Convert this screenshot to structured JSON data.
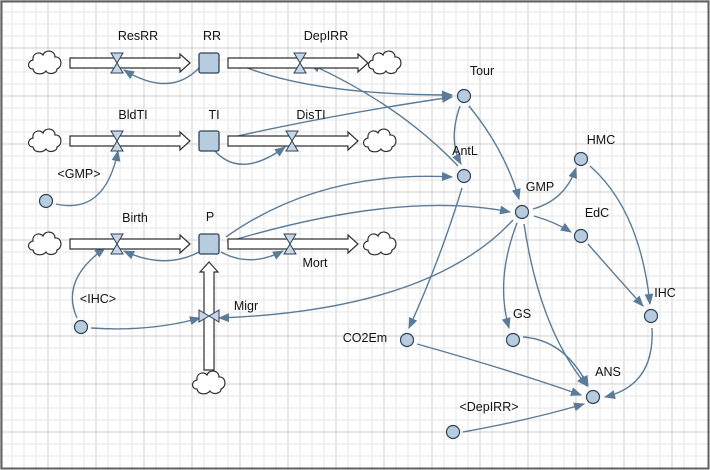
{
  "diagram": {
    "colors": {
      "background": "#ffffff",
      "grid_minor": "#e6e6e6",
      "grid_major": "#cfcfcf",
      "link": "#5b7c99",
      "variable_fill": "#b8cce0",
      "variable_stroke": "#2e4258",
      "stock_fill": "#b8cce0",
      "stock_stroke": "#2e4258",
      "pipe_fill": "#ffffff",
      "pipe_stroke": "#303030",
      "cloud_stroke": "#303030",
      "text": "#111111",
      "frame": "#606060"
    },
    "stocks": [
      {
        "id": "rr",
        "label": "RR"
      },
      {
        "id": "ti",
        "label": "TI"
      },
      {
        "id": "p",
        "label": "P"
      }
    ],
    "flows": [
      {
        "id": "resrr",
        "label": "ResRR",
        "icon": "valve-icon"
      },
      {
        "id": "depirr",
        "label": "DepIRR",
        "icon": "valve-icon"
      },
      {
        "id": "bldti",
        "label": "BldTI",
        "icon": "valve-icon"
      },
      {
        "id": "disti",
        "label": "DisTI",
        "icon": "valve-icon"
      },
      {
        "id": "birth",
        "label": "Birth",
        "icon": "valve-icon"
      },
      {
        "id": "mort",
        "label": "Mort",
        "icon": "valve-icon"
      },
      {
        "id": "migr",
        "label": "Migr",
        "icon": "valve-icon"
      }
    ],
    "variables": [
      {
        "id": "tour",
        "label": "Tour"
      },
      {
        "id": "antl",
        "label": "AntL"
      },
      {
        "id": "gmp",
        "label": "GMP"
      },
      {
        "id": "hmc",
        "label": "HMC"
      },
      {
        "id": "edc",
        "label": "EdC"
      },
      {
        "id": "ihc",
        "label": "IHC"
      },
      {
        "id": "gs",
        "label": "GS"
      },
      {
        "id": "co2em",
        "label": "CO2Em"
      },
      {
        "id": "ans",
        "label": "ANS"
      }
    ],
    "shadows": [
      {
        "id": "gmp_shadow",
        "label": "<GMP>"
      },
      {
        "id": "ihc_shadow",
        "label": "<IHC>"
      },
      {
        "id": "depirr_shadow",
        "label": "<DepIRR>"
      }
    ],
    "clouds": [
      {
        "id": "c_resrr_src",
        "icon": "cloud-icon"
      },
      {
        "id": "c_depirr_sink",
        "icon": "cloud-icon"
      },
      {
        "id": "c_bldti_src",
        "icon": "cloud-icon"
      },
      {
        "id": "c_disti_sink",
        "icon": "cloud-icon"
      },
      {
        "id": "c_birth_src",
        "icon": "cloud-icon"
      },
      {
        "id": "c_mort_sink",
        "icon": "cloud-icon"
      },
      {
        "id": "c_migr_src",
        "icon": "cloud-icon"
      }
    ],
    "links": [
      {
        "from": "rr",
        "to": "resrr"
      },
      {
        "from": "rr",
        "to": "tour"
      },
      {
        "from": "ti",
        "to": "tour"
      },
      {
        "from": "ti",
        "to": "disti"
      },
      {
        "from": "gmp_shadow",
        "to": "bldti"
      },
      {
        "from": "p",
        "to": "birth"
      },
      {
        "from": "p",
        "to": "mort"
      },
      {
        "from": "p",
        "to": "antl"
      },
      {
        "from": "p",
        "to": "gmp"
      },
      {
        "from": "ihc_shadow",
        "to": "birth"
      },
      {
        "from": "ihc_shadow",
        "to": "migr"
      },
      {
        "from": "gmp",
        "to": "migr"
      },
      {
        "from": "antl",
        "to": "depirr"
      },
      {
        "from": "tour",
        "to": "antl"
      },
      {
        "from": "tour",
        "to": "gmp"
      },
      {
        "from": "antl",
        "to": "co2em"
      },
      {
        "from": "gmp",
        "to": "hmc"
      },
      {
        "from": "gmp",
        "to": "edc"
      },
      {
        "from": "gmp",
        "to": "gs"
      },
      {
        "from": "gmp",
        "to": "ans"
      },
      {
        "from": "hmc",
        "to": "ihc"
      },
      {
        "from": "edc",
        "to": "ihc"
      },
      {
        "from": "ihc",
        "to": "ans"
      },
      {
        "from": "gs",
        "to": "ans"
      },
      {
        "from": "co2em",
        "to": "ans"
      },
      {
        "from": "depirr_shadow",
        "to": "ans"
      }
    ]
  }
}
